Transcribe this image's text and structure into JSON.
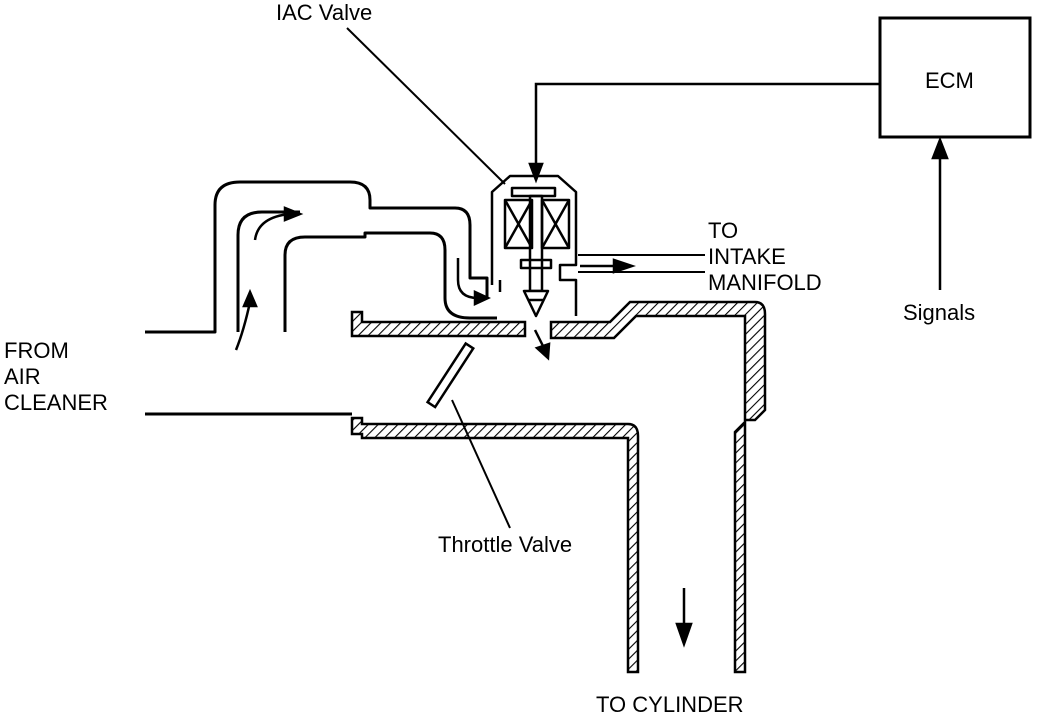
{
  "labels": {
    "iac_valve": "IAC Valve",
    "ecm": "ECM",
    "to_intake_1": "TO",
    "to_intake_2": "INTAKE",
    "to_intake_3": "MANIFOLD",
    "signals": "Signals",
    "from_air_1": "FROM",
    "from_air_2": "AIR",
    "from_air_3": "CLEANER",
    "throttle_valve": "Throttle Valve",
    "to_cylinder": "TO CYLINDER"
  },
  "colors": {
    "ink": "#000000",
    "paper": "#ffffff"
  }
}
